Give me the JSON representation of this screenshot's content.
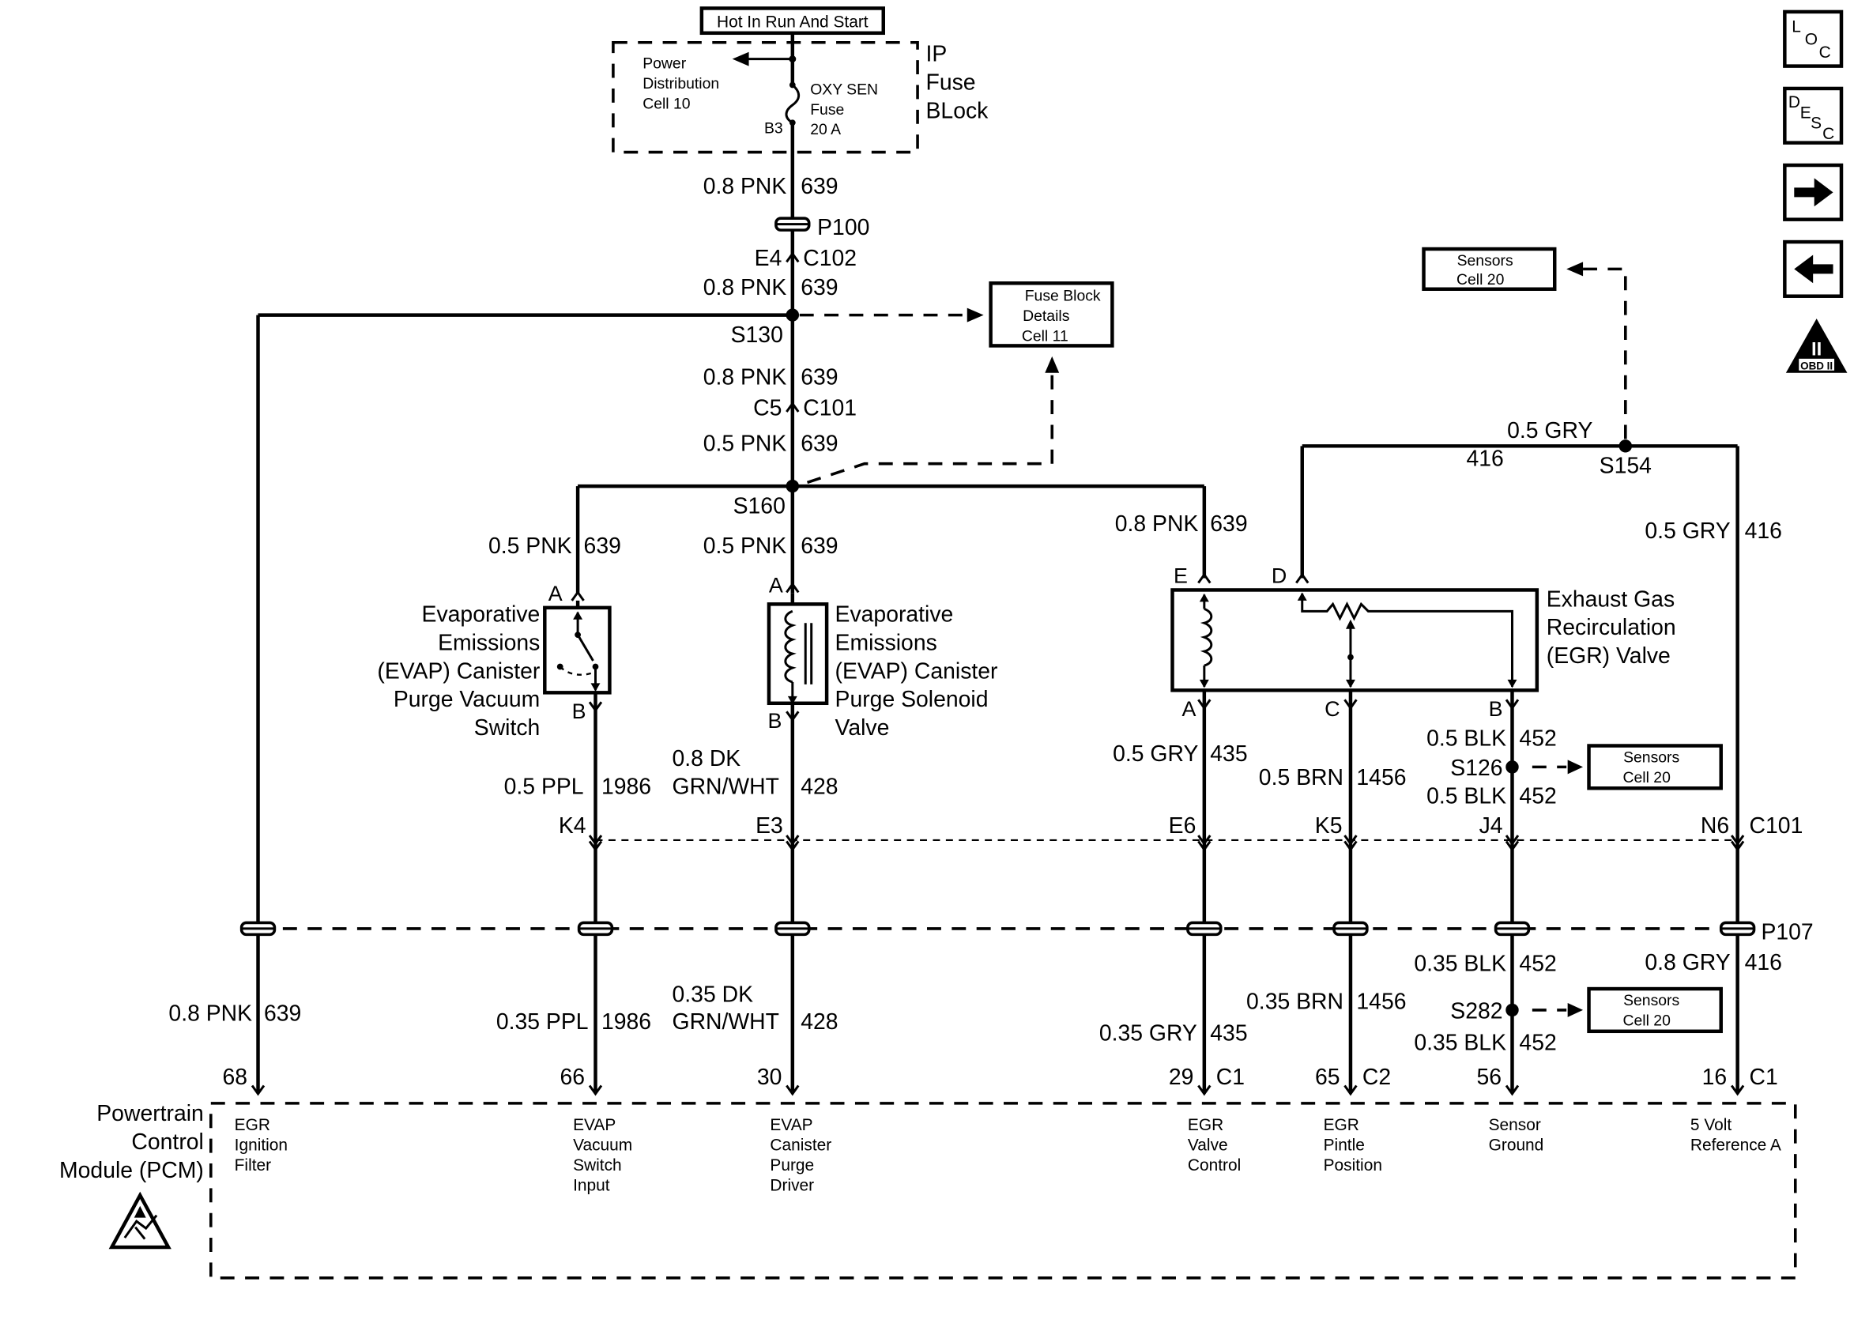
{
  "header": {
    "hot_label": "Hot In Run And Start"
  },
  "fuse_block": {
    "name_line1": "IP",
    "name_line2": "Fuse",
    "name_line3": "BLock",
    "power_dist_line1": "Power",
    "power_dist_line2": "Distribution",
    "power_dist_line3": "Cell 10",
    "fuse_line1": "OXY SEN",
    "fuse_line2": "Fuse",
    "fuse_line3": "20 A",
    "terminal": "B3"
  },
  "wires": {
    "main_pnk_top_size": "0.8 PNK",
    "main_pnk_top_circuit": "639",
    "p100": "P100",
    "e4": "E4",
    "c102": "C102",
    "main_pnk_2_size": "0.8 PNK",
    "main_pnk_2_circuit": "639",
    "s130": "S130",
    "main_pnk_3_size": "0.8 PNK",
    "main_pnk_3_circuit": "639",
    "c5": "C5",
    "c101_top": "C101",
    "main_pnk_4_size": "0.5 PNK",
    "main_pnk_4_circuit": "639",
    "s160": "S160",
    "evap_sw_feed_size": "0.5 PNK",
    "evap_sw_feed_circuit": "639",
    "evap_sol_feed_size": "0.5 PNK",
    "evap_sol_feed_circuit": "639",
    "egr_feed_size": "0.8 PNK",
    "egr_feed_circuit": "639",
    "gry_top_size": "0.5 GRY",
    "gry_top_circuit": "416",
    "s154": "S154",
    "gry_right_size": "0.5 GRY",
    "gry_right_circuit": "416",
    "ppl_size": "0.5 PPL",
    "ppl_circuit": "1986",
    "dkgrn_size_line1": "0.8 DK",
    "dkgrn_size_line2": "GRN/WHT",
    "dkgrn_circuit": "428",
    "egr_gry_size": "0.5 GRY",
    "egr_gry_circuit": "435",
    "brn_size": "0.5 BRN",
    "brn_circuit": "1456",
    "blk_a_size": "0.5 BLK",
    "blk_a_circuit": "452",
    "s126": "S126",
    "blk_b_size": "0.5 BLK",
    "blk_b_circuit": "452",
    "k4": "K4",
    "e3": "E3",
    "e6": "E6",
    "k5": "K5",
    "j4": "J4",
    "n6": "N6",
    "c101_bottom": "C101",
    "p107": "P107",
    "blk_c_size": "0.35 BLK",
    "blk_c_circuit": "452",
    "s282": "S282",
    "blk_d_size": "0.35 BLK",
    "blk_d_circuit": "452",
    "gry_low_size": "0.8 GRY",
    "gry_low_circuit": "416",
    "pnk_low_size": "0.8 PNK",
    "pnk_low_circuit": "639",
    "ppl_low_size": "0.35 PPL",
    "ppl_low_circuit": "1986",
    "dkgrn_low_size_line1": "0.35 DK",
    "dkgrn_low_size_line2": "GRN/WHT",
    "dkgrn_low_circuit": "428",
    "egr_gry_low_size": "0.35 GRY",
    "egr_gry_low_circuit": "435",
    "brn_low_size": "0.35 BRN",
    "brn_low_circuit": "1456"
  },
  "refs": {
    "fuse_block_details_line1": "Fuse Block",
    "fuse_block_details_line2": "Details",
    "fuse_block_details_line3": "Cell 11",
    "sensors_top_line1": "Sensors",
    "sensors_top_line2": "Cell 20",
    "sensors_mid_line1": "Sensors",
    "sensors_mid_line2": "Cell 20",
    "sensors_low_line1": "Sensors",
    "sensors_low_line2": "Cell 20"
  },
  "components": {
    "evap_switch": {
      "line1": "Evaporative",
      "line2": "Emissions",
      "line3": "(EVAP) Canister",
      "line4": "Purge Vacuum",
      "line5": "Switch",
      "pin_a": "A",
      "pin_b": "B"
    },
    "evap_solenoid": {
      "line1": "Evaporative",
      "line2": "Emissions",
      "line3": "(EVAP) Canister",
      "line4": "Purge Solenoid",
      "line5": "Valve",
      "pin_a": "A",
      "pin_b": "B"
    },
    "egr_valve": {
      "line1": "Exhaust Gas",
      "line2": "Recirculation",
      "line3": "(EGR) Valve",
      "pin_e": "E",
      "pin_d": "D",
      "pin_a": "A",
      "pin_c": "C",
      "pin_b": "B"
    }
  },
  "pcm": {
    "name_line1": "Powertrain",
    "name_line2": "Control",
    "name_line3": "Module (PCM)",
    "pins": [
      {
        "num": "68",
        "conn": "",
        "l1": "EGR",
        "l2": "Ignition",
        "l3": "Filter",
        "l4": ""
      },
      {
        "num": "66",
        "conn": "",
        "l1": "EVAP",
        "l2": "Vacuum",
        "l3": "Switch",
        "l4": "Input"
      },
      {
        "num": "30",
        "conn": "",
        "l1": "EVAP",
        "l2": "Canister",
        "l3": "Purge",
        "l4": "Driver"
      },
      {
        "num": "29",
        "conn": "C1",
        "l1": "EGR",
        "l2": "Valve",
        "l3": "Control",
        "l4": ""
      },
      {
        "num": "65",
        "conn": "C2",
        "l1": "EGR",
        "l2": "Pintle",
        "l3": "Position",
        "l4": ""
      },
      {
        "num": "56",
        "conn": "",
        "l1": "Sensor",
        "l2": "Ground",
        "l3": "",
        "l4": ""
      },
      {
        "num": "16",
        "conn": "C1",
        "l1": "5 Volt",
        "l2": "Reference A",
        "l3": "",
        "l4": ""
      }
    ]
  },
  "sidebar": {
    "loc_l": "L",
    "loc_o": "O",
    "loc_c": "C",
    "desc_d": "D",
    "desc_e": "E",
    "desc_s": "S",
    "desc_c": "C",
    "obd_numeral": "II",
    "obd_text": "OBD II"
  }
}
